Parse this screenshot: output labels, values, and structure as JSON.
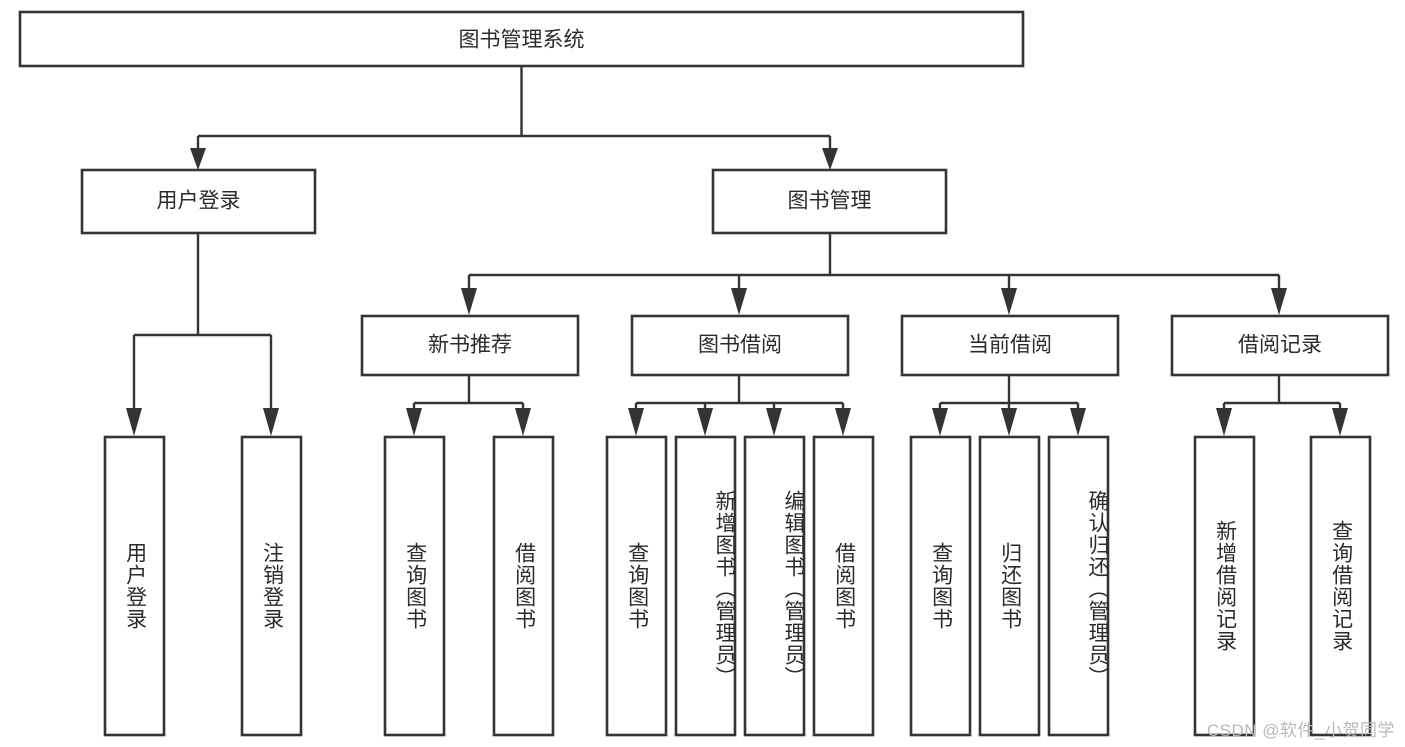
{
  "diagram": {
    "type": "tree",
    "title_node": "图书管理系统",
    "watermark": "CSDN @软件_小贺同学",
    "colors": {
      "stroke": "#343434",
      "fill": "#ffffff",
      "text": "#2b2b2b",
      "watermark": "#b9b9b9",
      "background": "#ffffff"
    },
    "levels": {
      "level1": [
        "图书管理系统"
      ],
      "level2": [
        "用户登录",
        "图书管理"
      ],
      "level3": [
        "新书推荐",
        "图书借阅",
        "当前借阅",
        "借阅记录"
      ],
      "level4": [
        "用户登录",
        "注销登录",
        "查询图书",
        "借阅图书",
        "查询图书",
        "新增图书（管理员）",
        "编辑图书（管理员）",
        "借阅图书",
        "查询图书",
        "归还图书",
        "确认归还（管理员）",
        "新增借阅记录",
        "查询借阅记录"
      ]
    },
    "nodes": {
      "root": {
        "label": "图书管理系统"
      },
      "user_login": {
        "label": "用户登录"
      },
      "book_manage": {
        "label": "图书管理"
      },
      "new_book_rec": {
        "label": "新书推荐"
      },
      "book_borrow": {
        "label": "图书借阅"
      },
      "current_borrow": {
        "label": "当前借阅"
      },
      "borrow_record": {
        "label": "借阅记录"
      },
      "leaf_user_login": {
        "label": "用户登录"
      },
      "leaf_logout": {
        "label": "注销登录"
      },
      "leaf_query_book_1": {
        "label": "查询图书"
      },
      "leaf_borrow_book_1": {
        "label": "借阅图书"
      },
      "leaf_query_book_2": {
        "label": "查询图书"
      },
      "leaf_add_book": {
        "label": "新增图书（管理员）"
      },
      "leaf_edit_book": {
        "label": "编辑图书（管理员）"
      },
      "leaf_borrow_book_2": {
        "label": "借阅图书"
      },
      "leaf_query_book_3": {
        "label": "查询图书"
      },
      "leaf_return_book": {
        "label": "归还图书"
      },
      "leaf_confirm_return": {
        "label": "确认归还（管理员）"
      },
      "leaf_add_record": {
        "label": "新增借阅记录"
      },
      "leaf_query_record": {
        "label": "查询借阅记录"
      }
    },
    "edges": [
      {
        "from": "图书管理系统",
        "to": "用户登录"
      },
      {
        "from": "图书管理系统",
        "to": "图书管理"
      },
      {
        "from": "用户登录",
        "to": "用户登录"
      },
      {
        "from": "用户登录",
        "to": "注销登录"
      },
      {
        "from": "图书管理",
        "to": "新书推荐"
      },
      {
        "from": "图书管理",
        "to": "图书借阅"
      },
      {
        "from": "图书管理",
        "to": "当前借阅"
      },
      {
        "from": "图书管理",
        "to": "借阅记录"
      },
      {
        "from": "新书推荐",
        "to": "查询图书"
      },
      {
        "from": "新书推荐",
        "to": "借阅图书"
      },
      {
        "from": "图书借阅",
        "to": "查询图书"
      },
      {
        "from": "图书借阅",
        "to": "新增图书（管理员）"
      },
      {
        "from": "图书借阅",
        "to": "编辑图书（管理员）"
      },
      {
        "from": "图书借阅",
        "to": "借阅图书"
      },
      {
        "from": "当前借阅",
        "to": "查询图书"
      },
      {
        "from": "当前借阅",
        "to": "归还图书"
      },
      {
        "from": "当前借阅",
        "to": "确认归还（管理员）"
      },
      {
        "from": "借阅记录",
        "to": "新增借阅记录"
      },
      {
        "from": "借阅记录",
        "to": "查询借阅记录"
      }
    ]
  }
}
